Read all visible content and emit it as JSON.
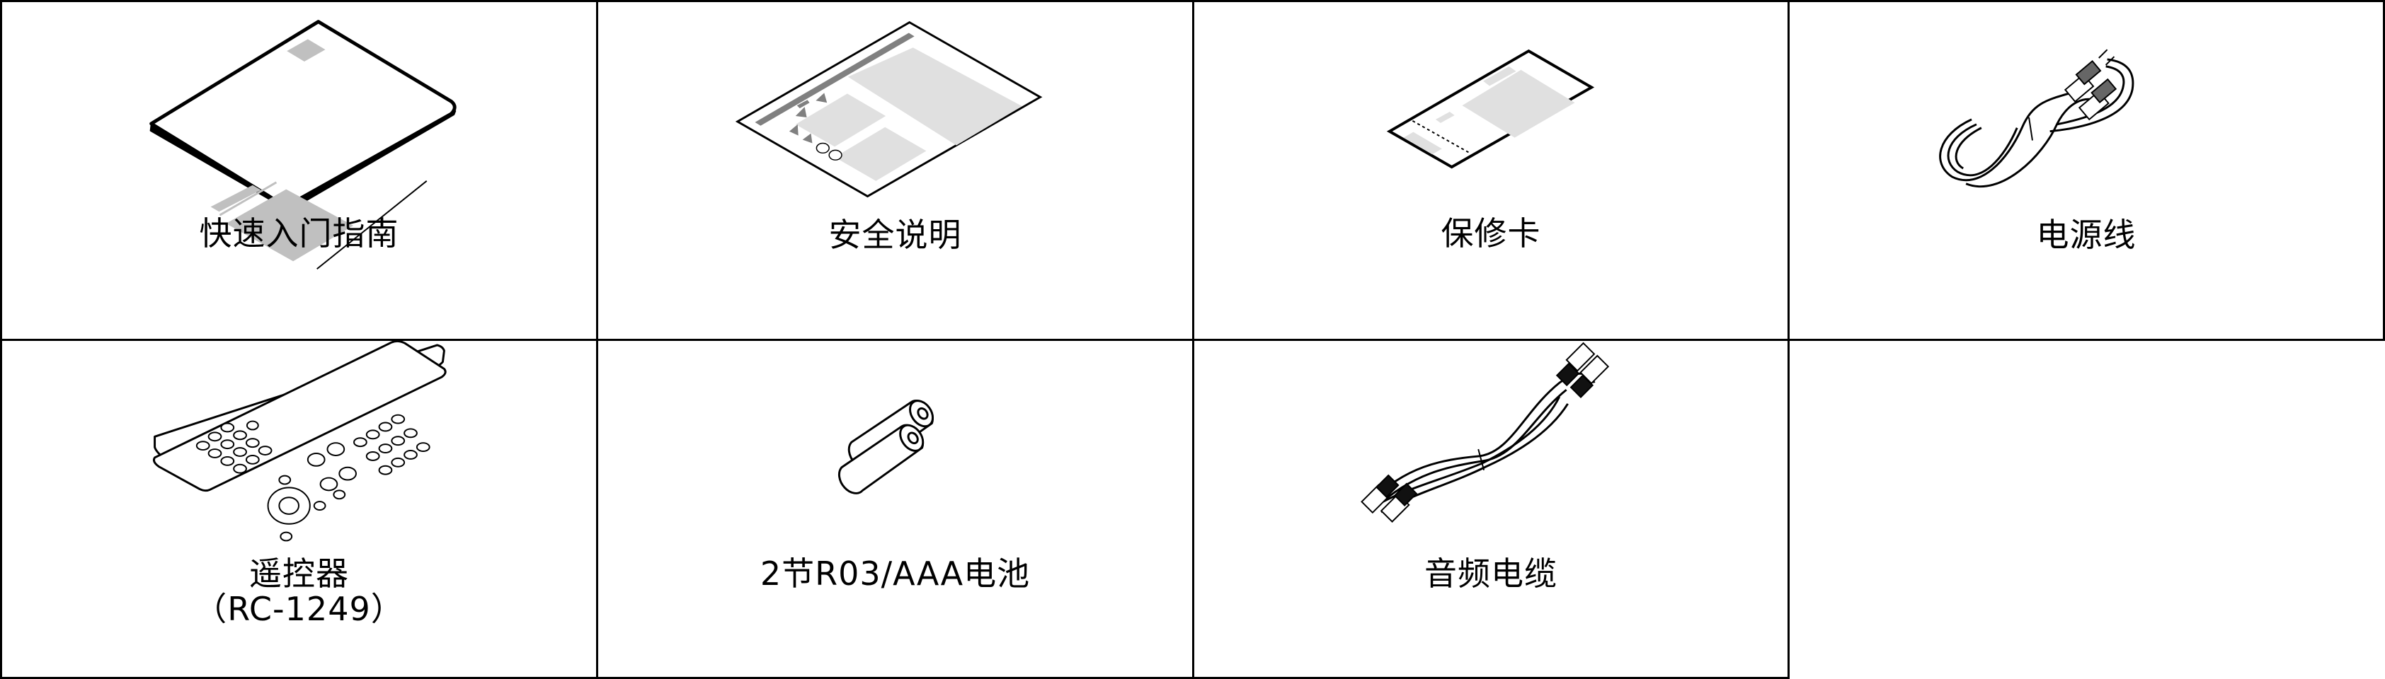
{
  "accessories": [
    {
      "id": "quick-start-guide",
      "label": "快速入门指南",
      "icon": "booklet-icon"
    },
    {
      "id": "safety-instructions",
      "label": "安全说明",
      "icon": "safety-sheet-icon"
    },
    {
      "id": "warranty-card",
      "label": "保修卡",
      "icon": "warranty-card-icon"
    },
    {
      "id": "power-cord",
      "label": "电源线",
      "icon": "power-cord-icon"
    },
    {
      "id": "remote-control",
      "label": "遥控器",
      "sublabel": "（RC-1249）",
      "icon": "remote-control-icon"
    },
    {
      "id": "batteries",
      "label": "2节R03/AAA电池",
      "icon": "batteries-icon"
    },
    {
      "id": "audio-cable",
      "label": "音频电缆",
      "icon": "audio-cable-icon"
    },
    {
      "id": "empty",
      "label": "",
      "icon": ""
    }
  ],
  "colors": {
    "line": "#000000",
    "gray_dark": "#808080",
    "gray_mid": "#c0c0c0",
    "gray_light": "#e0e0e0",
    "background": "#ffffff"
  }
}
